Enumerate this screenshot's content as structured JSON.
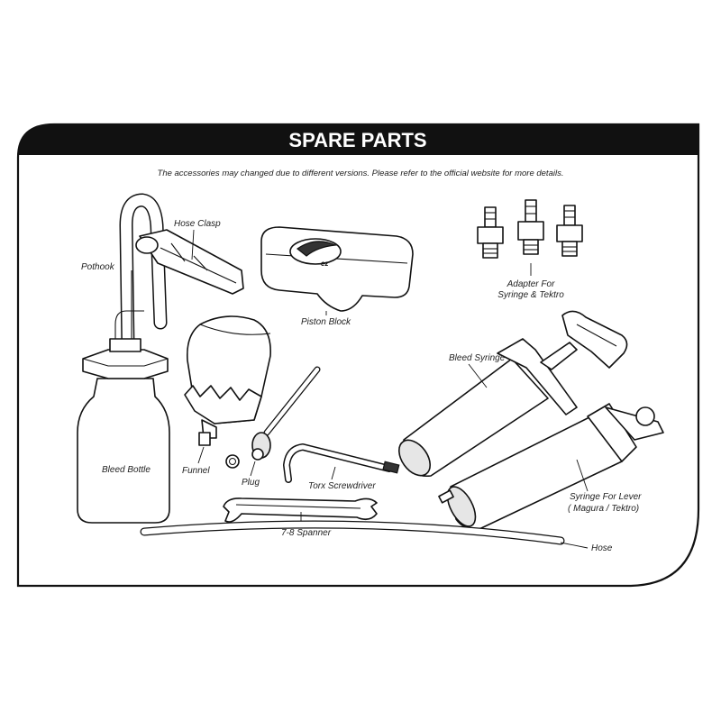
{
  "header": {
    "title": "SPARE PARTS",
    "subtitle": "The accessories may changed due to different versions. Please refer to the official website for more details."
  },
  "labels": {
    "hose_clasp": "Hose Clasp",
    "pothook": "Pothook",
    "piston_block": "Piston Block",
    "adapter_line1": "Adapter For",
    "adapter_line2": "Syringe & Tektro",
    "bleed_syringe": "Bleed Syringe",
    "funnel": "Funnel",
    "plug": "Plug",
    "torx_screwdriver": "Torx Screwdriver",
    "bleed_bottle": "Bleed Bottle",
    "syringe_lever_line1": "Syringe For Lever",
    "syringe_lever_line2": "( Magura / Tektro)",
    "spanner": "7-8 Spanner",
    "hose": "Hose"
  },
  "colors": {
    "frame": "#111111",
    "background": "#ffffff",
    "header_text": "#ffffff"
  }
}
